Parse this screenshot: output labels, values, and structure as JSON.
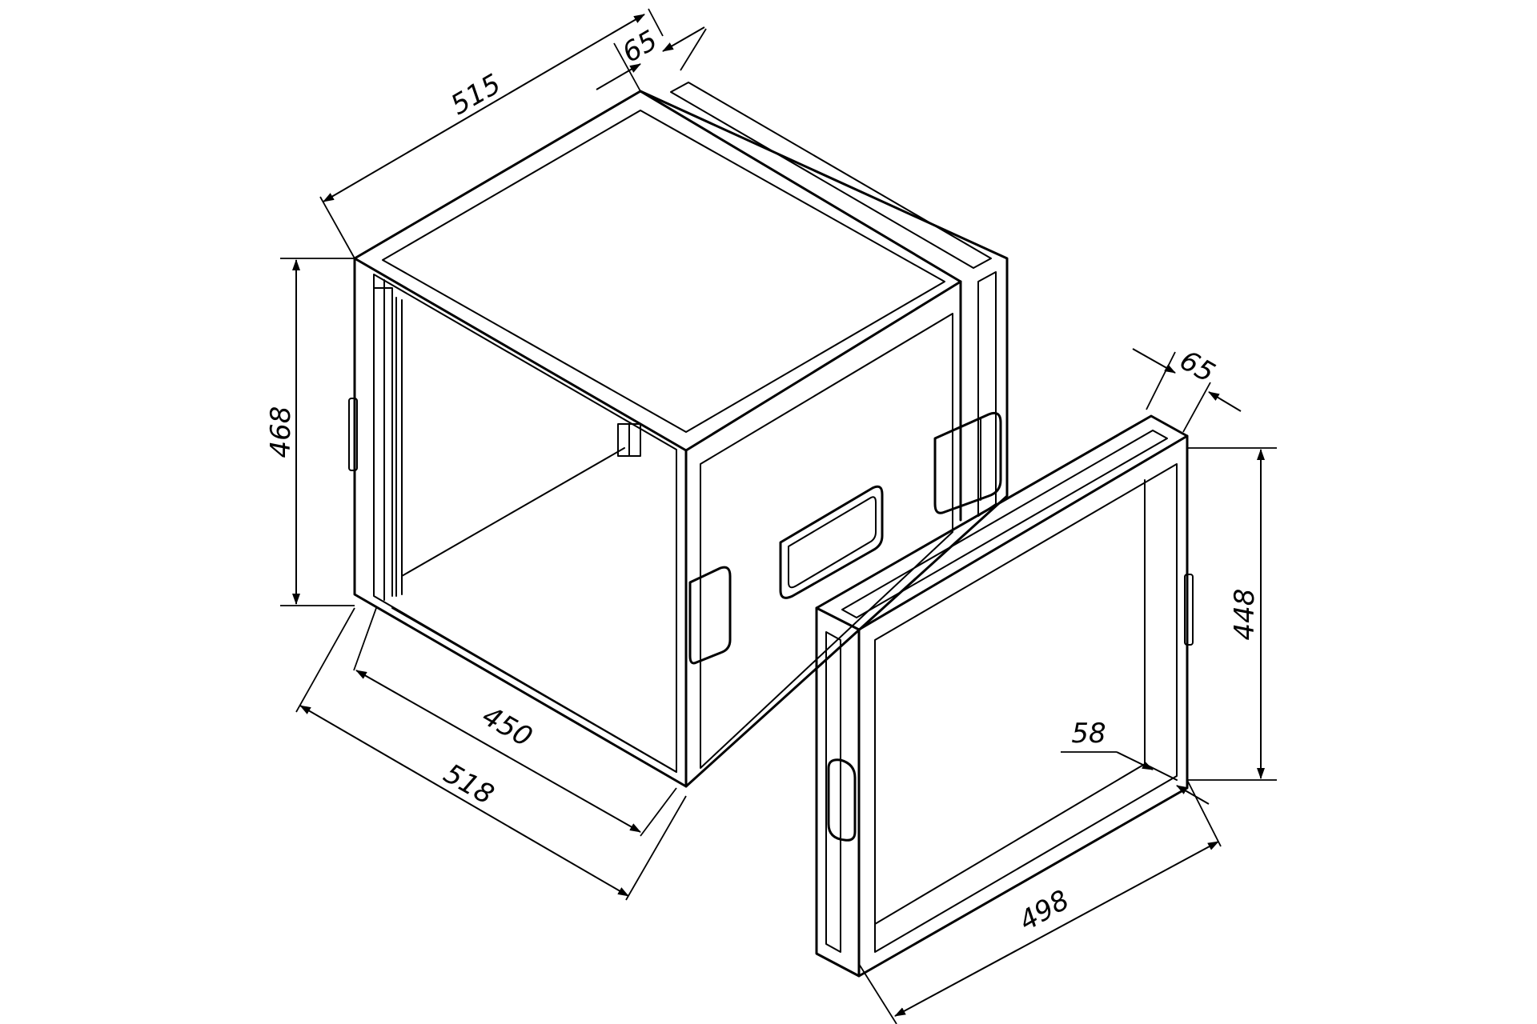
{
  "dimensions": {
    "cabinet_top_depth": "515",
    "cabinet_lid_offset": "65",
    "cabinet_height": "468",
    "cabinet_inner_width": "450",
    "cabinet_outer_width": "518",
    "lid_depth": "65",
    "lid_height": "448",
    "lid_rim": "58",
    "lid_width": "498"
  },
  "line_color": "#000000",
  "background_color": "#ffffff"
}
